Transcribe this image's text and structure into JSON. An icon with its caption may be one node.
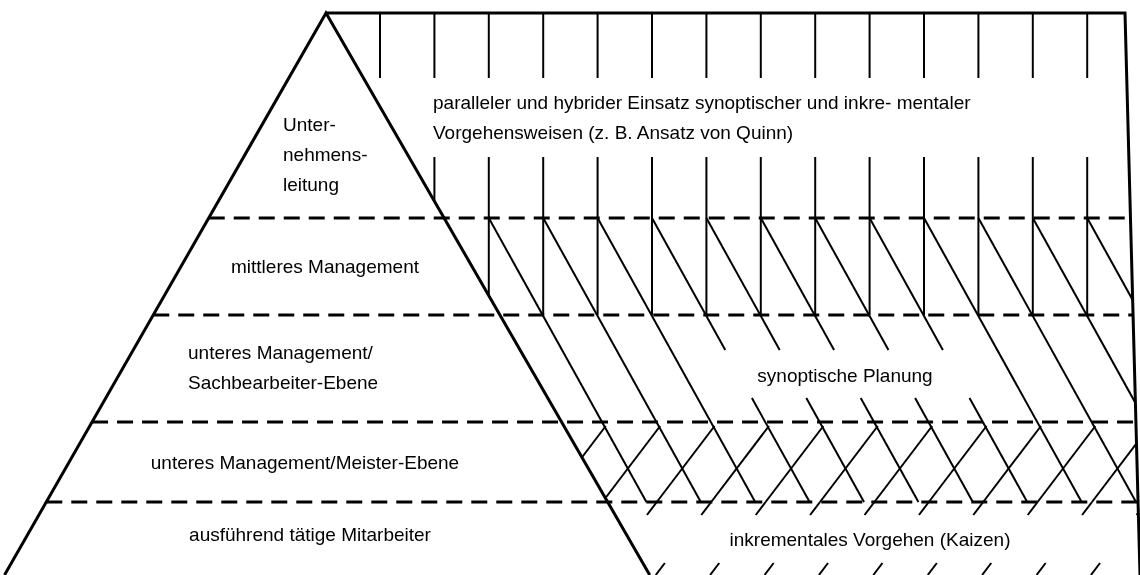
{
  "diagram": {
    "nodes": [
      {
        "text": [
          "Unter- nehmens- leitung"
        ]
      },
      {
        "text": [
          "mittleres Management"
        ]
      },
      {
        "text": [
          "unteres Management/ Sachbearbeiter-Ebene"
        ]
      },
      {
        "text": [
          "unteres Management/Meister-Ebene"
        ]
      },
      {
        "text": [
          "ausführend tätige Mitarbeiter"
        ]
      }
    ],
    "labels": [
      "paralleler und hybrider Einsatz synoptischer und inkre- mentaler Vorgehensweisen (z. B. Ansatz von Quinn)",
      "synoptische Planung",
      "inkrementales Vorgehen (Kaizen)"
    ]
  }
}
